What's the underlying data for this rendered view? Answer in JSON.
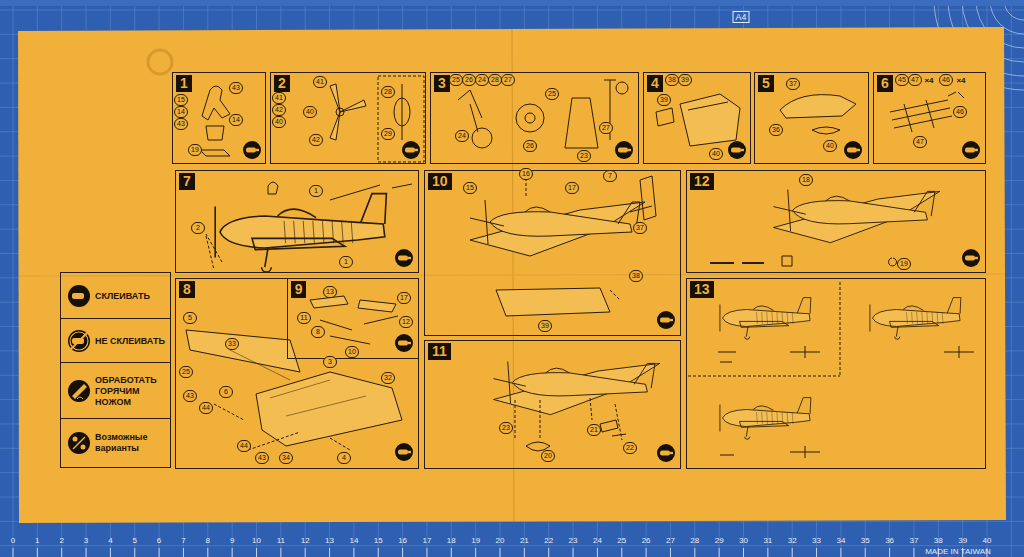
{
  "diagram": {
    "nodes": [
      {
        "text": [
          "1"
        ]
      },
      {
        "text": [
          "2"
        ]
      },
      {
        "text": [
          "3"
        ]
      },
      {
        "text": [
          "4"
        ]
      },
      {
        "text": [
          "5"
        ]
      },
      {
        "text": [
          "6"
        ]
      },
      {
        "text": [
          "7"
        ]
      },
      {
        "text": [
          "10"
        ]
      },
      {
        "text": [
          "12"
        ]
      },
      {
        "text": [
          "8"
        ]
      },
      {
        "text": [
          "9"
        ],
        "in": 9
      },
      {
        "text": [
          "11"
        ]
      },
      {
        "text": [
          "13"
        ]
      }
    ],
    "labels": [
      "15",
      "14",
      "43",
      "43",
      "14",
      "19",
      "41",
      "42",
      "40",
      "41",
      "40",
      "42",
      "28",
      "29",
      "25",
      "26",
      "24",
      "28",
      "27",
      "25",
      "26",
      "24",
      "23",
      "27",
      "38",
      "39",
      "39",
      "40",
      "37",
      "36",
      "40",
      "45",
      "47",
      "×4",
      "46",
      "×4",
      "46",
      "47",
      "1",
      "2",
      "1",
      "15",
      "16",
      "17",
      "7",
      "37",
      "38",
      "39",
      "18",
      "19",
      "5",
      "33",
      "3",
      "32",
      "25",
      "43",
      "44",
      "6",
      "44",
      "43",
      "34",
      "4",
      "13",
      "11",
      "8",
      "12",
      "17",
      "10",
      "23",
      "21",
      "22",
      "20",
      "A4",
      "0",
      "1",
      "2",
      "3",
      "4",
      "5",
      "6",
      "7",
      "8",
      "9",
      "10",
      "11",
      "12",
      "13",
      "14",
      "15",
      "16",
      "17",
      "18",
      "19",
      "20",
      "21",
      "22",
      "23",
      "24",
      "25",
      "26",
      "27",
      "28",
      "29",
      "30",
      "31",
      "32",
      "33",
      "34",
      "35",
      "36",
      "37",
      "38",
      "39",
      "40",
      "MADE IN TAIWAN"
    ],
    "legend": [
      {
        "text": "СКЛЕИВАТЬ"
      },
      {
        "text": "НЕ СКЛЕИВАТЬ"
      },
      {
        "text": "ОБРАБОТАТЬ ГОРЯЧИМ НОЖОМ"
      },
      {
        "text": "Возможные варианты"
      }
    ]
  }
}
